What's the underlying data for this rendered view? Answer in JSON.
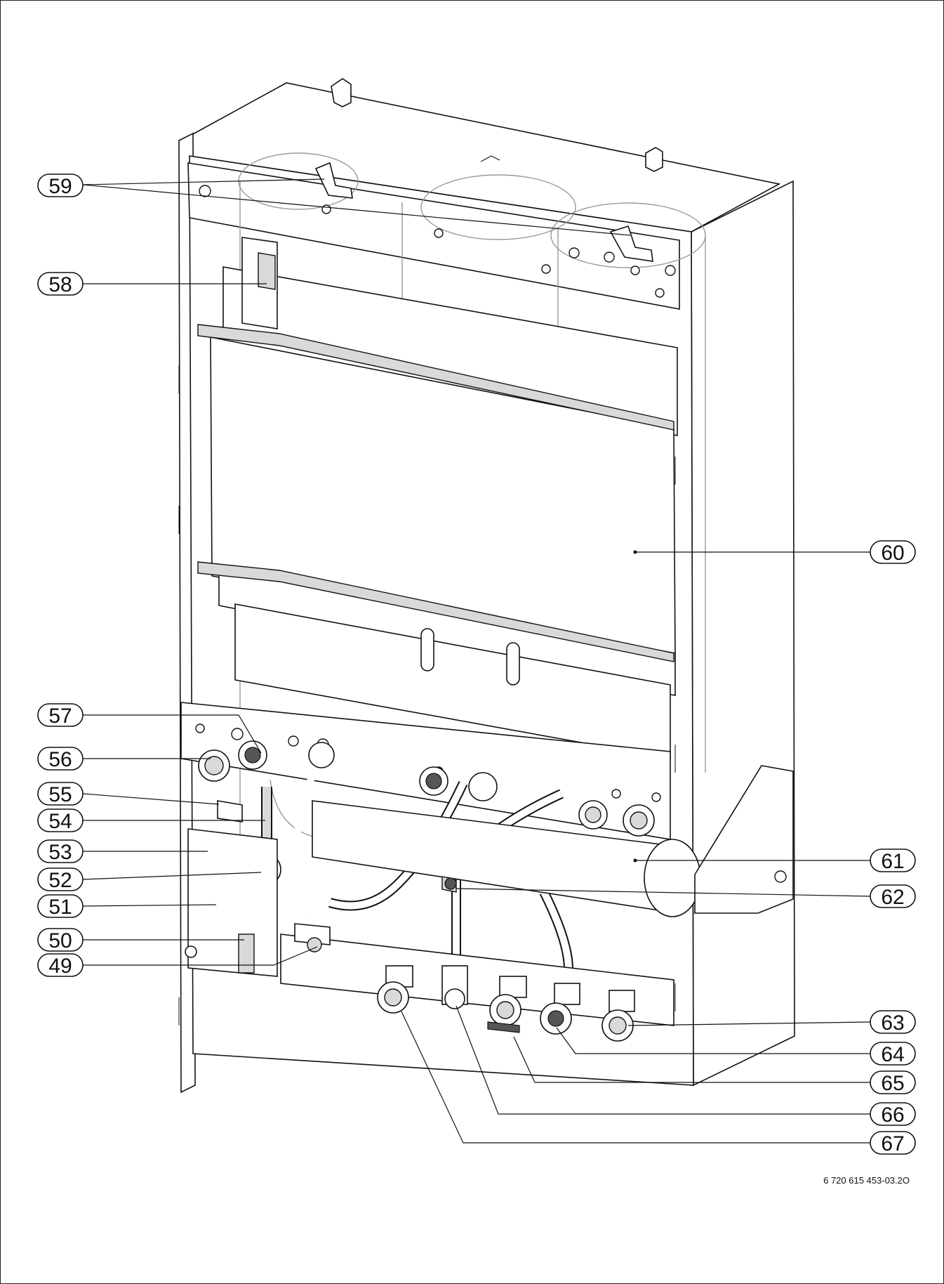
{
  "figure_reference": "6 720 615 453-03.2O",
  "callouts": [
    {
      "id": "59",
      "label": "59"
    },
    {
      "id": "58",
      "label": "58"
    },
    {
      "id": "60",
      "label": "60"
    },
    {
      "id": "57",
      "label": "57"
    },
    {
      "id": "56",
      "label": "56"
    },
    {
      "id": "55",
      "label": "55"
    },
    {
      "id": "54",
      "label": "54"
    },
    {
      "id": "53",
      "label": "53"
    },
    {
      "id": "52",
      "label": "52"
    },
    {
      "id": "51",
      "label": "51"
    },
    {
      "id": "50",
      "label": "50"
    },
    {
      "id": "49",
      "label": "49"
    },
    {
      "id": "61",
      "label": "61"
    },
    {
      "id": "62",
      "label": "62"
    },
    {
      "id": "63",
      "label": "63"
    },
    {
      "id": "64",
      "label": "64"
    },
    {
      "id": "65",
      "label": "65"
    },
    {
      "id": "66",
      "label": "66"
    },
    {
      "id": "67",
      "label": "67"
    }
  ]
}
